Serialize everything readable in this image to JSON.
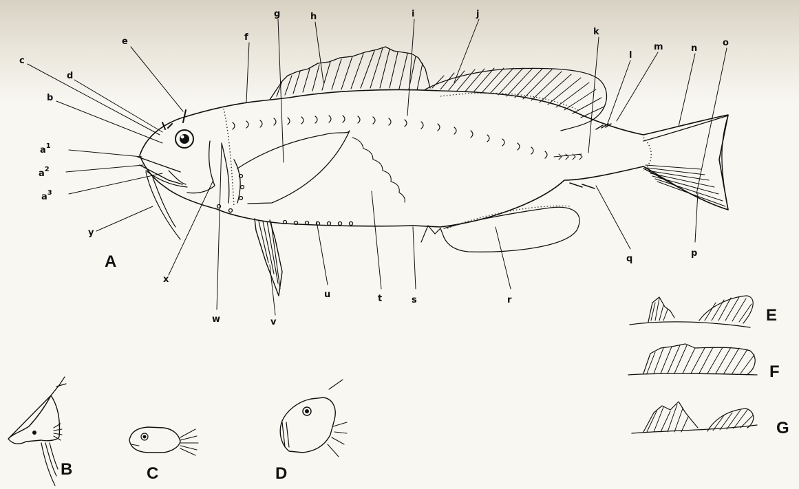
{
  "labels": {
    "a1": "a",
    "a1_sup": "1",
    "a2": "a",
    "a2_sup": "2",
    "a3": "a",
    "a3_sup": "3",
    "b": "b",
    "c": "c",
    "d": "d",
    "e": "e",
    "f": "f",
    "g": "g",
    "h": "h",
    "i": "i",
    "j": "j",
    "k": "k",
    "l": "l",
    "m": "m",
    "n": "n",
    "o": "o",
    "p": "p",
    "q": "q",
    "r": "r",
    "s": "s",
    "t": "t",
    "u": "u",
    "v": "v",
    "w": "w",
    "x": "x",
    "y": "y"
  },
  "panels": {
    "A": "A",
    "B": "B",
    "C": "C",
    "D": "D",
    "E": "E",
    "F": "F",
    "G": "G"
  },
  "colors": {
    "ink": "#111111",
    "paper": "#f8f7f1",
    "paper_top": "#d8d1c3"
  }
}
